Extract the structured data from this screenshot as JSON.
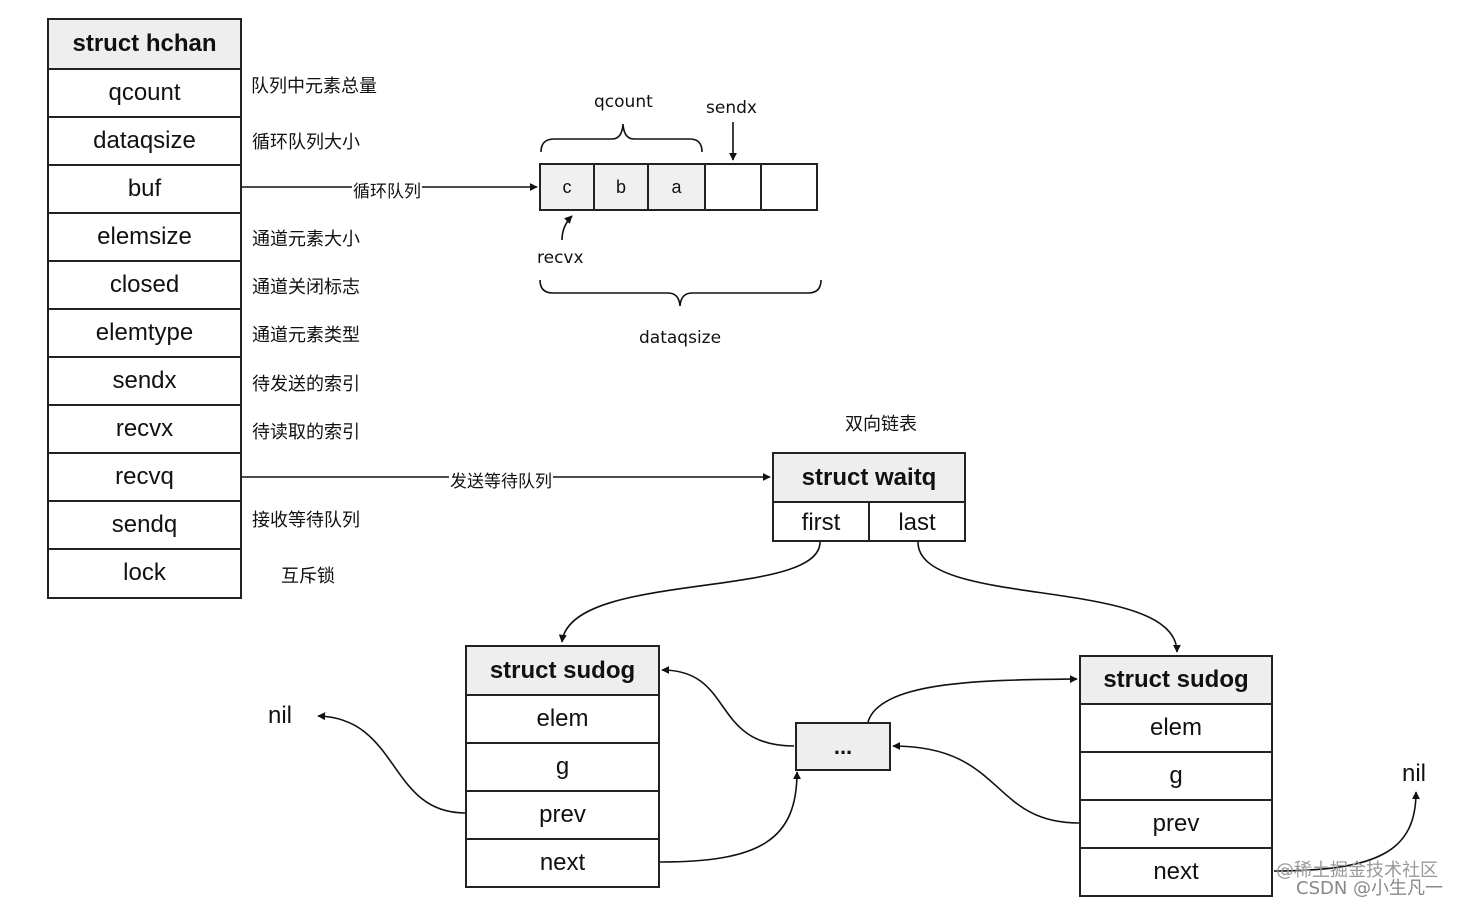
{
  "hchan": {
    "title": "struct hchan",
    "fields": [
      {
        "name": "qcount",
        "note": "队列中元素总量"
      },
      {
        "name": "dataqsize",
        "note": "循环队列大小"
      },
      {
        "name": "buf",
        "note": ""
      },
      {
        "name": "elemsize",
        "note": "通道元素大小"
      },
      {
        "name": "closed",
        "note": "通道关闭标志"
      },
      {
        "name": "elemtype",
        "note": "通道元素类型"
      },
      {
        "name": "sendx",
        "note": "待发送的索引"
      },
      {
        "name": "recvx",
        "note": "待读取的索引"
      },
      {
        "name": "recvq",
        "note": ""
      },
      {
        "name": "sendq",
        "note": "接收等待队列"
      },
      {
        "name": "lock",
        "note": "互斥锁"
      }
    ]
  },
  "buffer": {
    "cells": [
      "c",
      "b",
      "a",
      "",
      ""
    ],
    "qcount_label": "qcount",
    "sendx_label": "sendx",
    "recvx_label": "recvx",
    "dataqsize_label": "dataqsize",
    "buf_arrow_label": "循环队列"
  },
  "recvq_arrow_label": "发送等待队列",
  "waitq": {
    "caption": "双向链表",
    "title": "struct waitq",
    "first": "first",
    "last": "last"
  },
  "sudog_left": {
    "title": "struct sudog",
    "fields": [
      "elem",
      "g",
      "prev",
      "next"
    ]
  },
  "sudog_right": {
    "title": "struct sudog",
    "fields": [
      "elem",
      "g",
      "prev",
      "next"
    ]
  },
  "ellipsis": "...",
  "nil_left": "nil",
  "nil_right": "nil",
  "watermark": {
    "line1": "@稀土掘金技术社区",
    "line2": "CSDN @小生凡一"
  }
}
